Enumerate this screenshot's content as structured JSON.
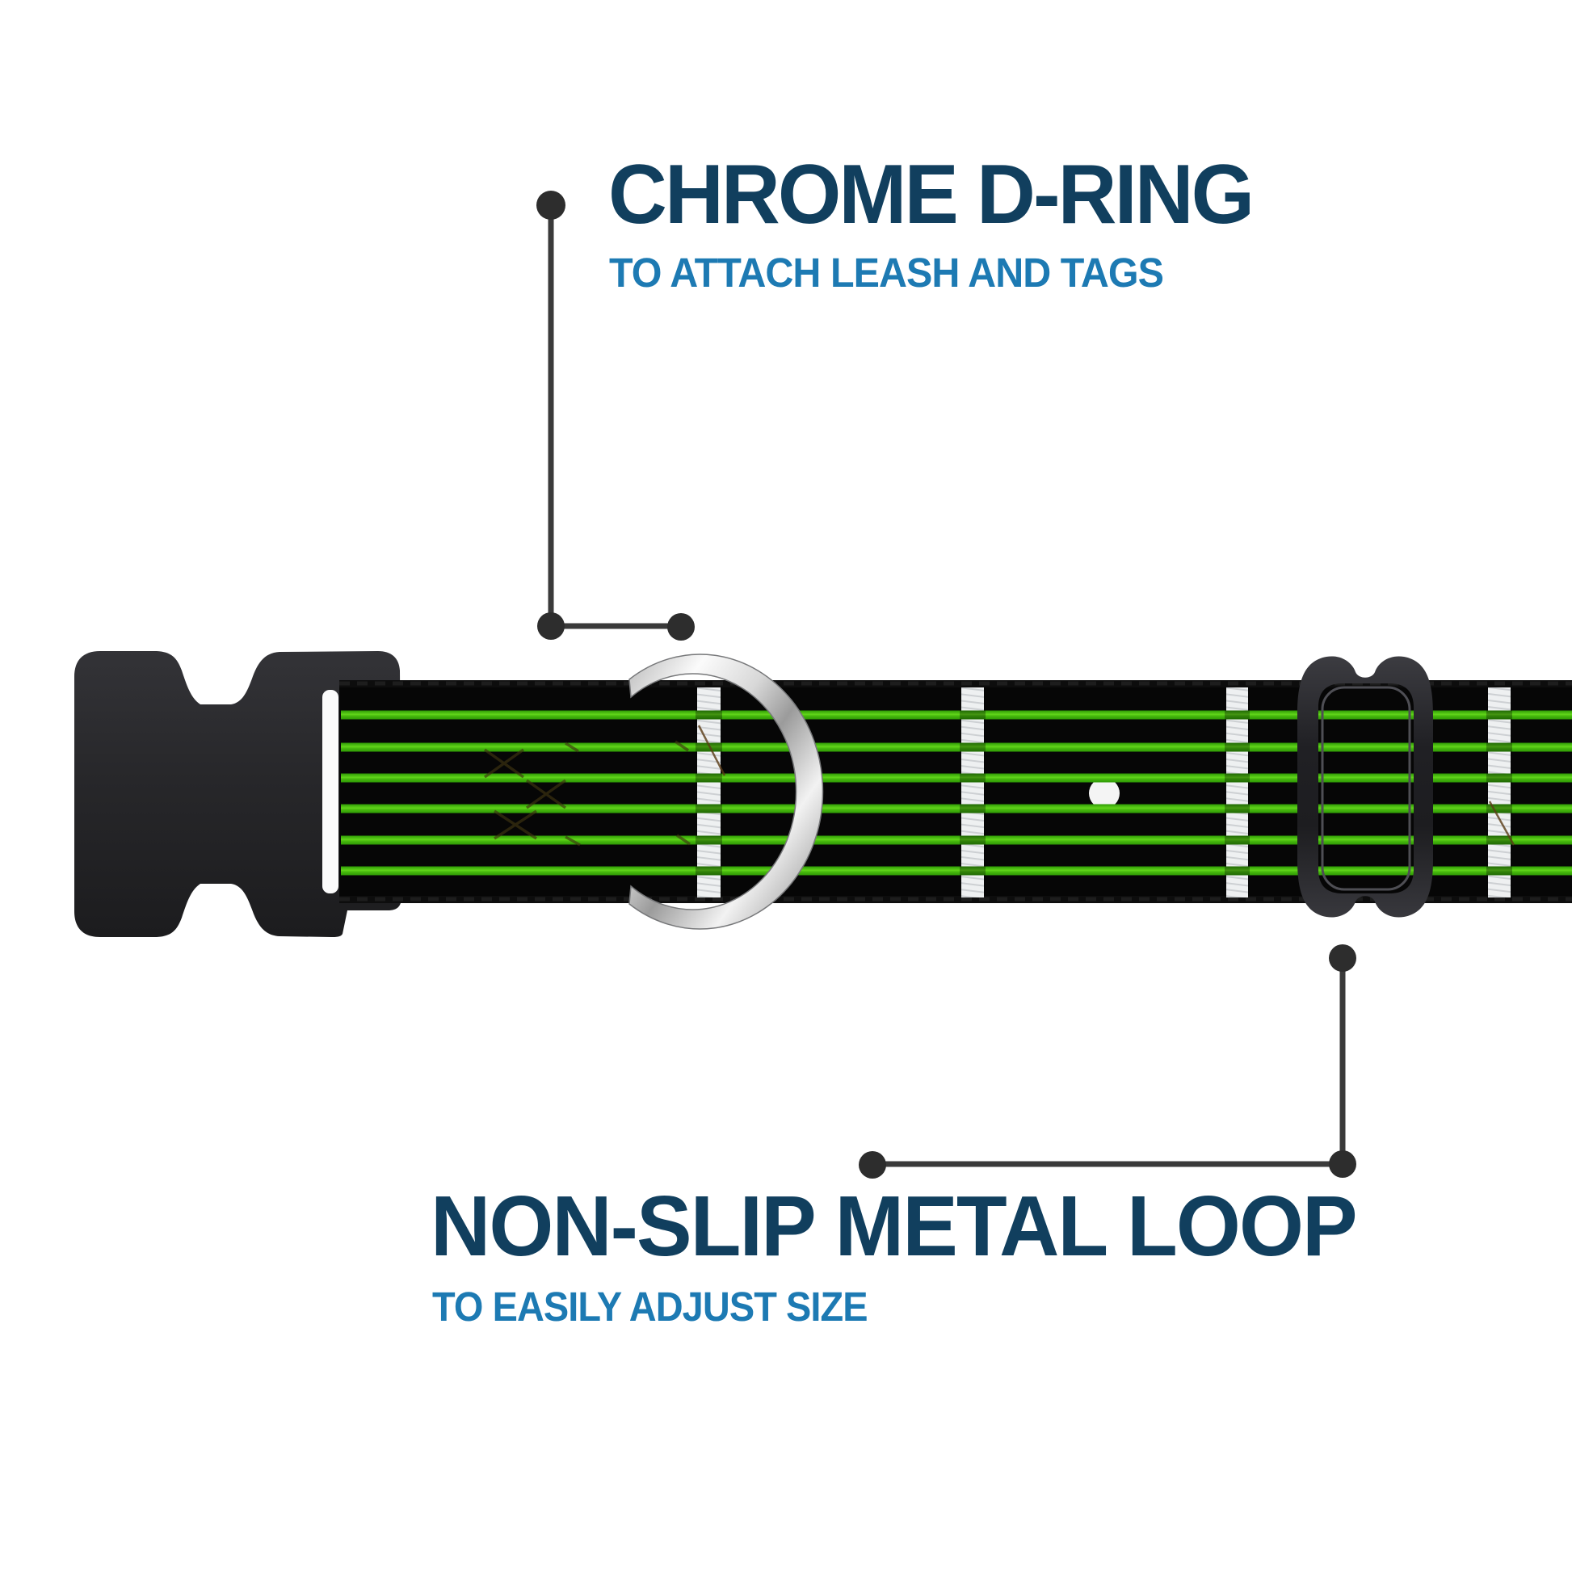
{
  "callouts": {
    "top": {
      "title": "CHROME D-RING",
      "subtitle": "TO ATTACH LEASH AND TAGS"
    },
    "bottom": {
      "title": "NON-SLIP METAL LOOP",
      "subtitle": "TO EASILY ADJUST SIZE"
    }
  },
  "icons": {
    "callout_dot": "pointer-dot",
    "d_ring": "chrome-d-ring",
    "slider": "non-slip-metal-loop",
    "buckle": "side-release-buckle"
  },
  "colors": {
    "background": "#ffffff",
    "title_navy": "#113f5e",
    "subtitle_blue": "#1d7ab3",
    "callout_line": "#3a3a3a",
    "callout_dot": "#2d2d2d",
    "strap_black": "#060606",
    "strap_edge": "#0d0d0d",
    "string_green": "#4fc212",
    "string_green_dark": "#2e9905",
    "string_green_light": "#62d61a",
    "fret_white": "#eef0f1",
    "marker_white": "#f4f4f4",
    "chrome_light": "#fbfbfb",
    "chrome_dark": "#9b9b9b",
    "hardware_black": "#242428",
    "slot_white": "#fbfbfb"
  }
}
